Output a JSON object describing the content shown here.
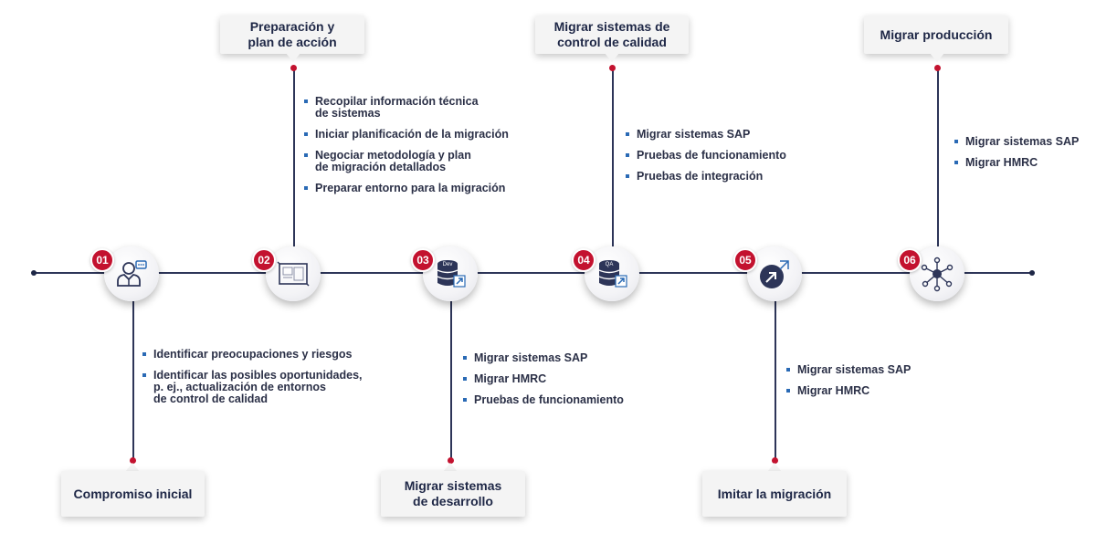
{
  "colors": {
    "accent_red": "#c3122f",
    "navy": "#1e2746",
    "bullet_blue": "#2a6ab5",
    "card_bg": "#f4f4f4"
  },
  "steps": [
    {
      "number": "01",
      "icon": "consultant-chat-icon",
      "title": "Compromiso inicial",
      "items": [
        "Identificar preocupaciones y riesgos",
        "Identificar las posibles oportunidades,\np. ej., actualización de entornos\nde control de calidad"
      ]
    },
    {
      "number": "02",
      "icon": "blueprint-icon",
      "title": "Preparación y\nplan de acción",
      "items": [
        "Recopilar información técnica\nde sistemas",
        "Iniciar planificación de la migración",
        "Negociar metodología y plan\nde migración detallados",
        "Preparar entorno para la migración"
      ]
    },
    {
      "number": "03",
      "icon": "database-dev-icon",
      "icon_label": "Dev",
      "title": "Migrar sistemas\nde desarrollo",
      "items": [
        "Migrar sistemas SAP",
        "Migrar HMRC",
        "Pruebas de funcionamiento"
      ]
    },
    {
      "number": "04",
      "icon": "database-qa-icon",
      "icon_label": "QA",
      "title": "Migrar sistemas de\ncontrol de calidad",
      "items": [
        "Migrar sistemas SAP",
        "Pruebas de funcionamiento",
        "Pruebas de integración"
      ]
    },
    {
      "number": "05",
      "icon": "migrate-arrow-icon",
      "title": "Imitar la migración",
      "items": [
        "Migrar sistemas SAP",
        "Migrar HMRC"
      ]
    },
    {
      "number": "06",
      "icon": "network-hub-icon",
      "title": "Migrar producción",
      "items": [
        "Migrar sistemas SAP",
        "Migrar HMRC"
      ]
    }
  ]
}
